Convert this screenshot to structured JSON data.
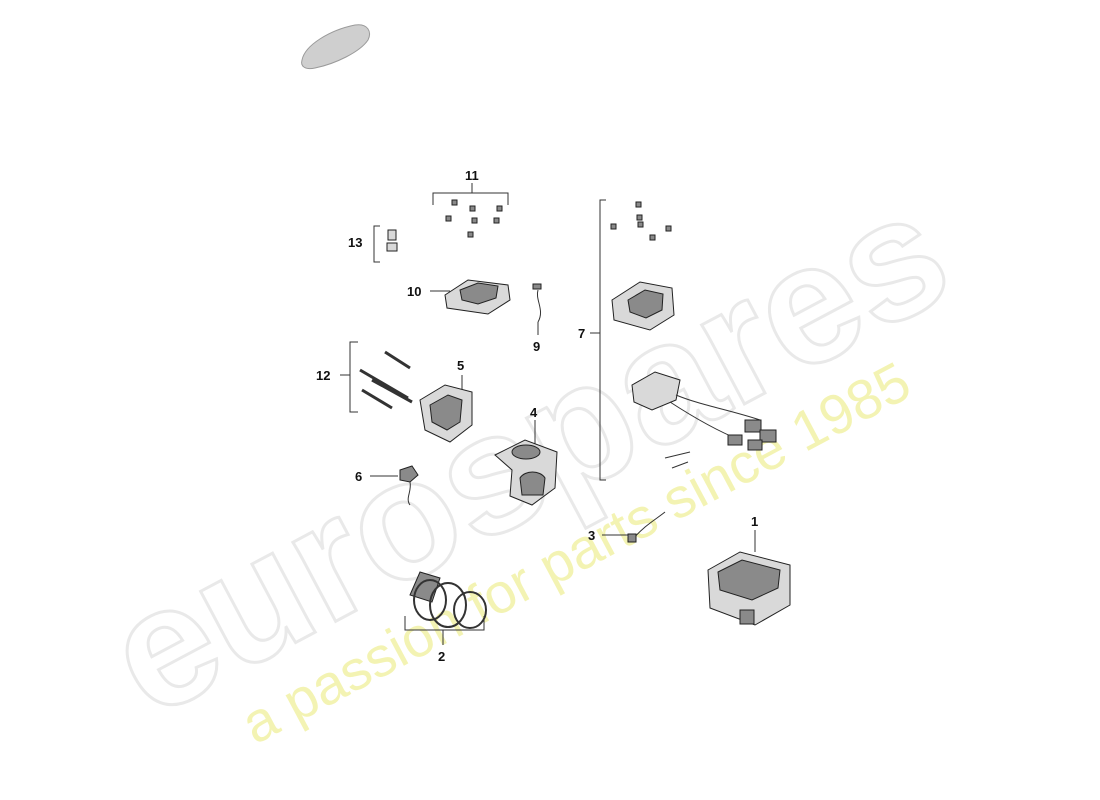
{
  "watermark": {
    "brand": "eurospares",
    "tagline": "a passion for parts since 1985"
  },
  "callouts": [
    {
      "id": "1",
      "label": "1"
    },
    {
      "id": "2",
      "label": "2"
    },
    {
      "id": "3",
      "label": "3"
    },
    {
      "id": "4",
      "label": "4"
    },
    {
      "id": "5",
      "label": "5"
    },
    {
      "id": "6",
      "label": "6"
    },
    {
      "id": "7",
      "label": "7"
    },
    {
      "id": "9",
      "label": "9"
    },
    {
      "id": "10",
      "label": "10"
    },
    {
      "id": "11",
      "label": "11"
    },
    {
      "id": "12",
      "label": "12"
    },
    {
      "id": "13",
      "label": "13"
    }
  ],
  "colors": {
    "watermark_outline": "#e9e9e9",
    "watermark_tagline": "#f2f2a6",
    "part_fill": "#d9d9d9",
    "part_dark": "#8a8a8a",
    "line": "#333333"
  }
}
